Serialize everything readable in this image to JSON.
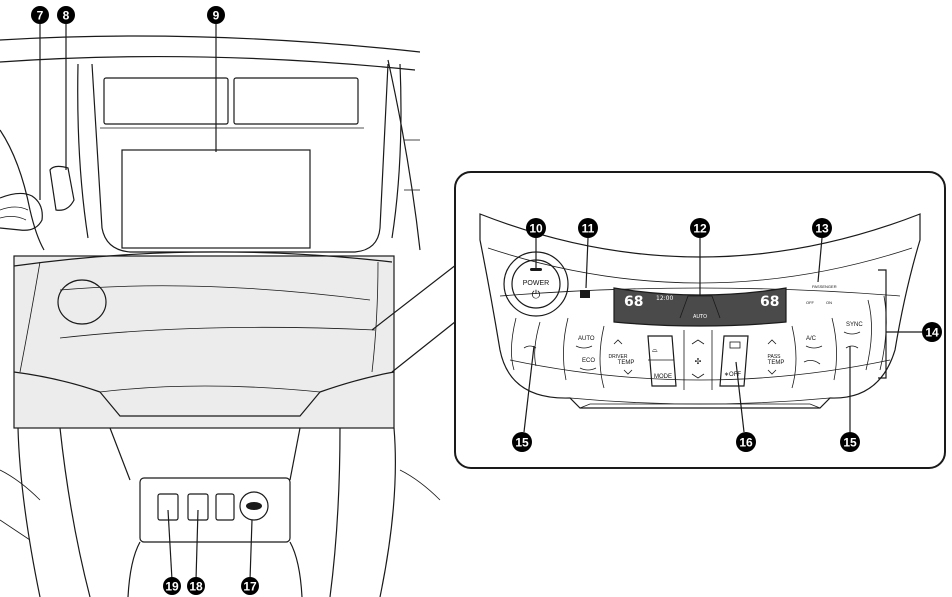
{
  "callouts": [
    "7",
    "8",
    "9",
    "10",
    "11",
    "12",
    "13",
    "14",
    "15",
    "15",
    "16",
    "17",
    "18",
    "19"
  ],
  "power_button": {
    "label": "POWER",
    "symbol": "⏻"
  },
  "display": {
    "left_temp": "68",
    "right_temp": "68",
    "clock": "12:00",
    "fan_label": "AUTO"
  },
  "buttons": {
    "auto": "AUTO",
    "eco": "ECO",
    "driver_temp_top": "DRIVER",
    "driver_temp_bottom": "TEMP",
    "mode": "MODE",
    "off": "∗OFF",
    "pass_temp_top": "PASS",
    "pass_temp_bottom": "TEMP",
    "ac": "A/C",
    "sync": "SYNC",
    "passenger": "PASSENGER",
    "seat_left": "OFF",
    "seat_right": "ON"
  },
  "colors": {
    "callout": "#000000",
    "display_bg": "#4a4a4a",
    "shaded_panel": "#ececec"
  }
}
